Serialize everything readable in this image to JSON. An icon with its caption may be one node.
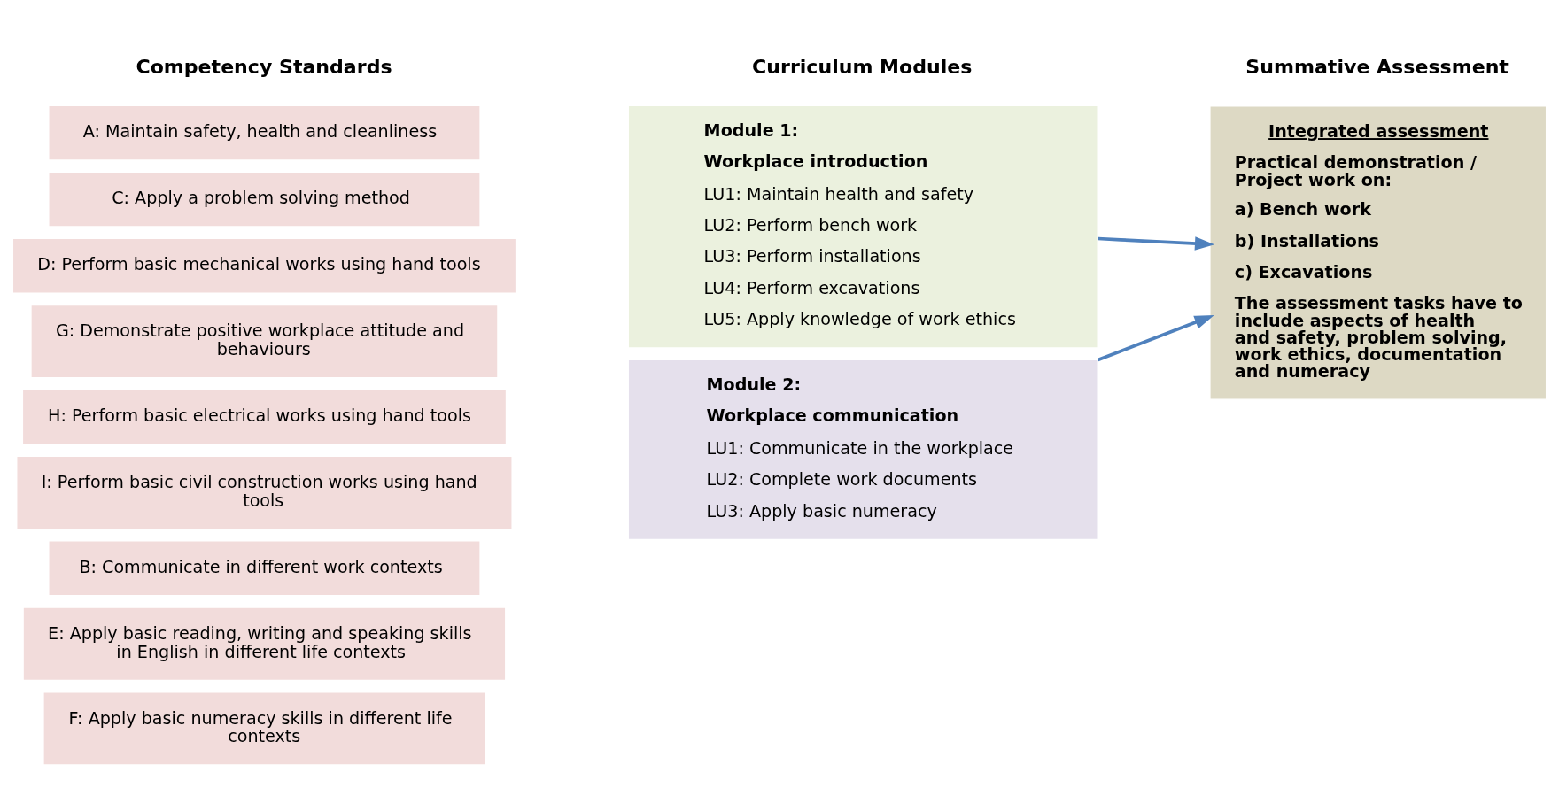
{
  "diagram": {
    "nodes": [
      {
        "text": [
          "A: Maintain safety, health and cleanliness"
        ]
      },
      {
        "text": [
          "C: Apply a problem solving method"
        ]
      },
      {
        "text": [
          "D: Perform basic mechanical works using hand tools"
        ]
      },
      {
        "text": [
          "G: Demonstrate positive workplace attitude and behaviours"
        ]
      },
      {
        "text": [
          "H: Perform basic electrical works using hand tools"
        ]
      },
      {
        "text": [
          "I: Perform basic civil construction works using hand tools"
        ]
      },
      {
        "text": [
          "B: Communicate in different work contexts"
        ]
      },
      {
        "text": [
          "E: Apply basic reading, writing and speaking skills in English in different life contexts"
        ]
      },
      {
        "text": [
          "F: Apply basic numeracy skills in different life contexts"
        ]
      },
      {
        "text": [
          "Module 1:",
          "Workplace introduction",
          "LU1: Maintain health and safety",
          "LU2: Perform bench work",
          "LU3: Perform installations",
          "LU4: Perform excavations",
          "LU5: Apply knowledge of work ethics"
        ]
      },
      {
        "text": [
          "Module 2:",
          "Workplace communication",
          "LU1: Communicate in the workplace",
          "LU2: Complete work documents",
          "LU3: Apply basic numeracy"
        ]
      },
      {
        "text": [
          "Integrated assessment",
          "Practical demonstration / Project work on:",
          "a) Bench work",
          "b) Installations",
          "c) Excavations",
          "The assessment tasks have to include aspects of health and safety, problem solving, work ethics, documentation and numeracy"
        ]
      }
    ],
    "edges": [
      {
        "from": 9,
        "to": 11,
        "arrow": "to"
      },
      {
        "from": 10,
        "to": 11,
        "arrow": "to"
      }
    ],
    "labels": [
      "Competency Standards",
      "Curriculum Modules",
      "Summative Assessment"
    ]
  }
}
